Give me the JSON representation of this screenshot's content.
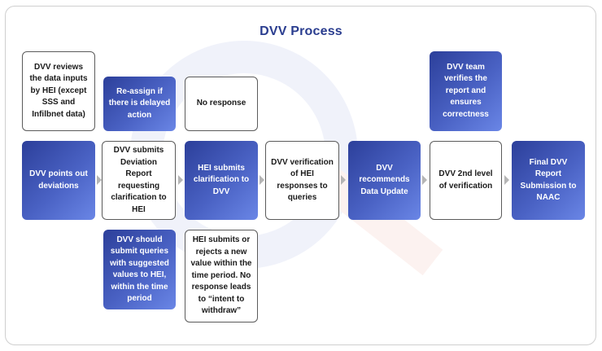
{
  "title": "DVV Process",
  "colors": {
    "title": "#2a3d8f",
    "blue_start": "#2c3f9a",
    "blue_end": "#6a86e6",
    "arrow": "#b5b5b5"
  },
  "top_row": {
    "dvv_reviews": "DVV reviews the data inputs by HEI (except SSS and Infilbnet data)",
    "reassign": "Re-assign if there is delayed action",
    "no_response": "No response",
    "dvv_team_verifies": "DVV team verifies the report and ensures correctness"
  },
  "main_row": {
    "points_out": "DVV points out deviations",
    "submits_report": "DVV submits Deviation Report requesting clarification to HEI",
    "hei_clarification": "HEI submits clarification to DVV",
    "verification": "DVV verification of HEI responses to queries",
    "recommends": "DVV recommends Data Update",
    "second_level": "DVV 2nd level of verification",
    "final_report": "Final DVV Report Submission to NAAC"
  },
  "bottom_row": {
    "should_submit": "DVV should submit queries with suggested values to HEI, within the time period",
    "hei_submits_rejects": "HEI submits or rejects a new value within the time period. No response leads to “intent to withdraw”"
  }
}
